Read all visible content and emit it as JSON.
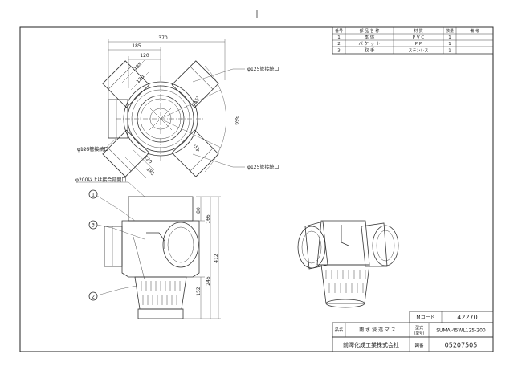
{
  "parts_table": {
    "headers": [
      "番号",
      "部 品 名 称",
      "材 質",
      "数量",
      "備 考"
    ],
    "rows": [
      [
        "1",
        "本 体",
        "P V C",
        "1",
        ""
      ],
      [
        "2",
        "バ ケ ッ ト",
        "P P",
        "1",
        ""
      ],
      [
        "3",
        "取 手",
        "ステンレス",
        "1",
        ""
      ]
    ]
  },
  "dimensions": {
    "top_view": [
      "370",
      "185",
      "120",
      "185",
      "120",
      "120",
      "185",
      "369",
      "45°",
      "45°"
    ],
    "front_view": [
      "80",
      "166",
      "412",
      "246",
      "152"
    ]
  },
  "labels": {
    "pipe_upper_right": "φ125管接続口",
    "pipe_lower_right": "φ125管接続口",
    "pipe_left": "φ125管接続口",
    "inlet": "φ200以上は接合部開口",
    "callouts": [
      "1",
      "3",
      "2"
    ]
  },
  "title_block": {
    "m_code_label": "Mコード",
    "m_code_value": "42270",
    "name_label": "品名",
    "name_value": "雨 水 浸 透 マ ス",
    "model_label_1": "型式",
    "model_label_2": "(型号)",
    "model_value": "SUMA-45WL125-200",
    "company": "前澤化成工業株式会社",
    "drawing_no_label": "図番",
    "drawing_no_value": "05207505"
  }
}
